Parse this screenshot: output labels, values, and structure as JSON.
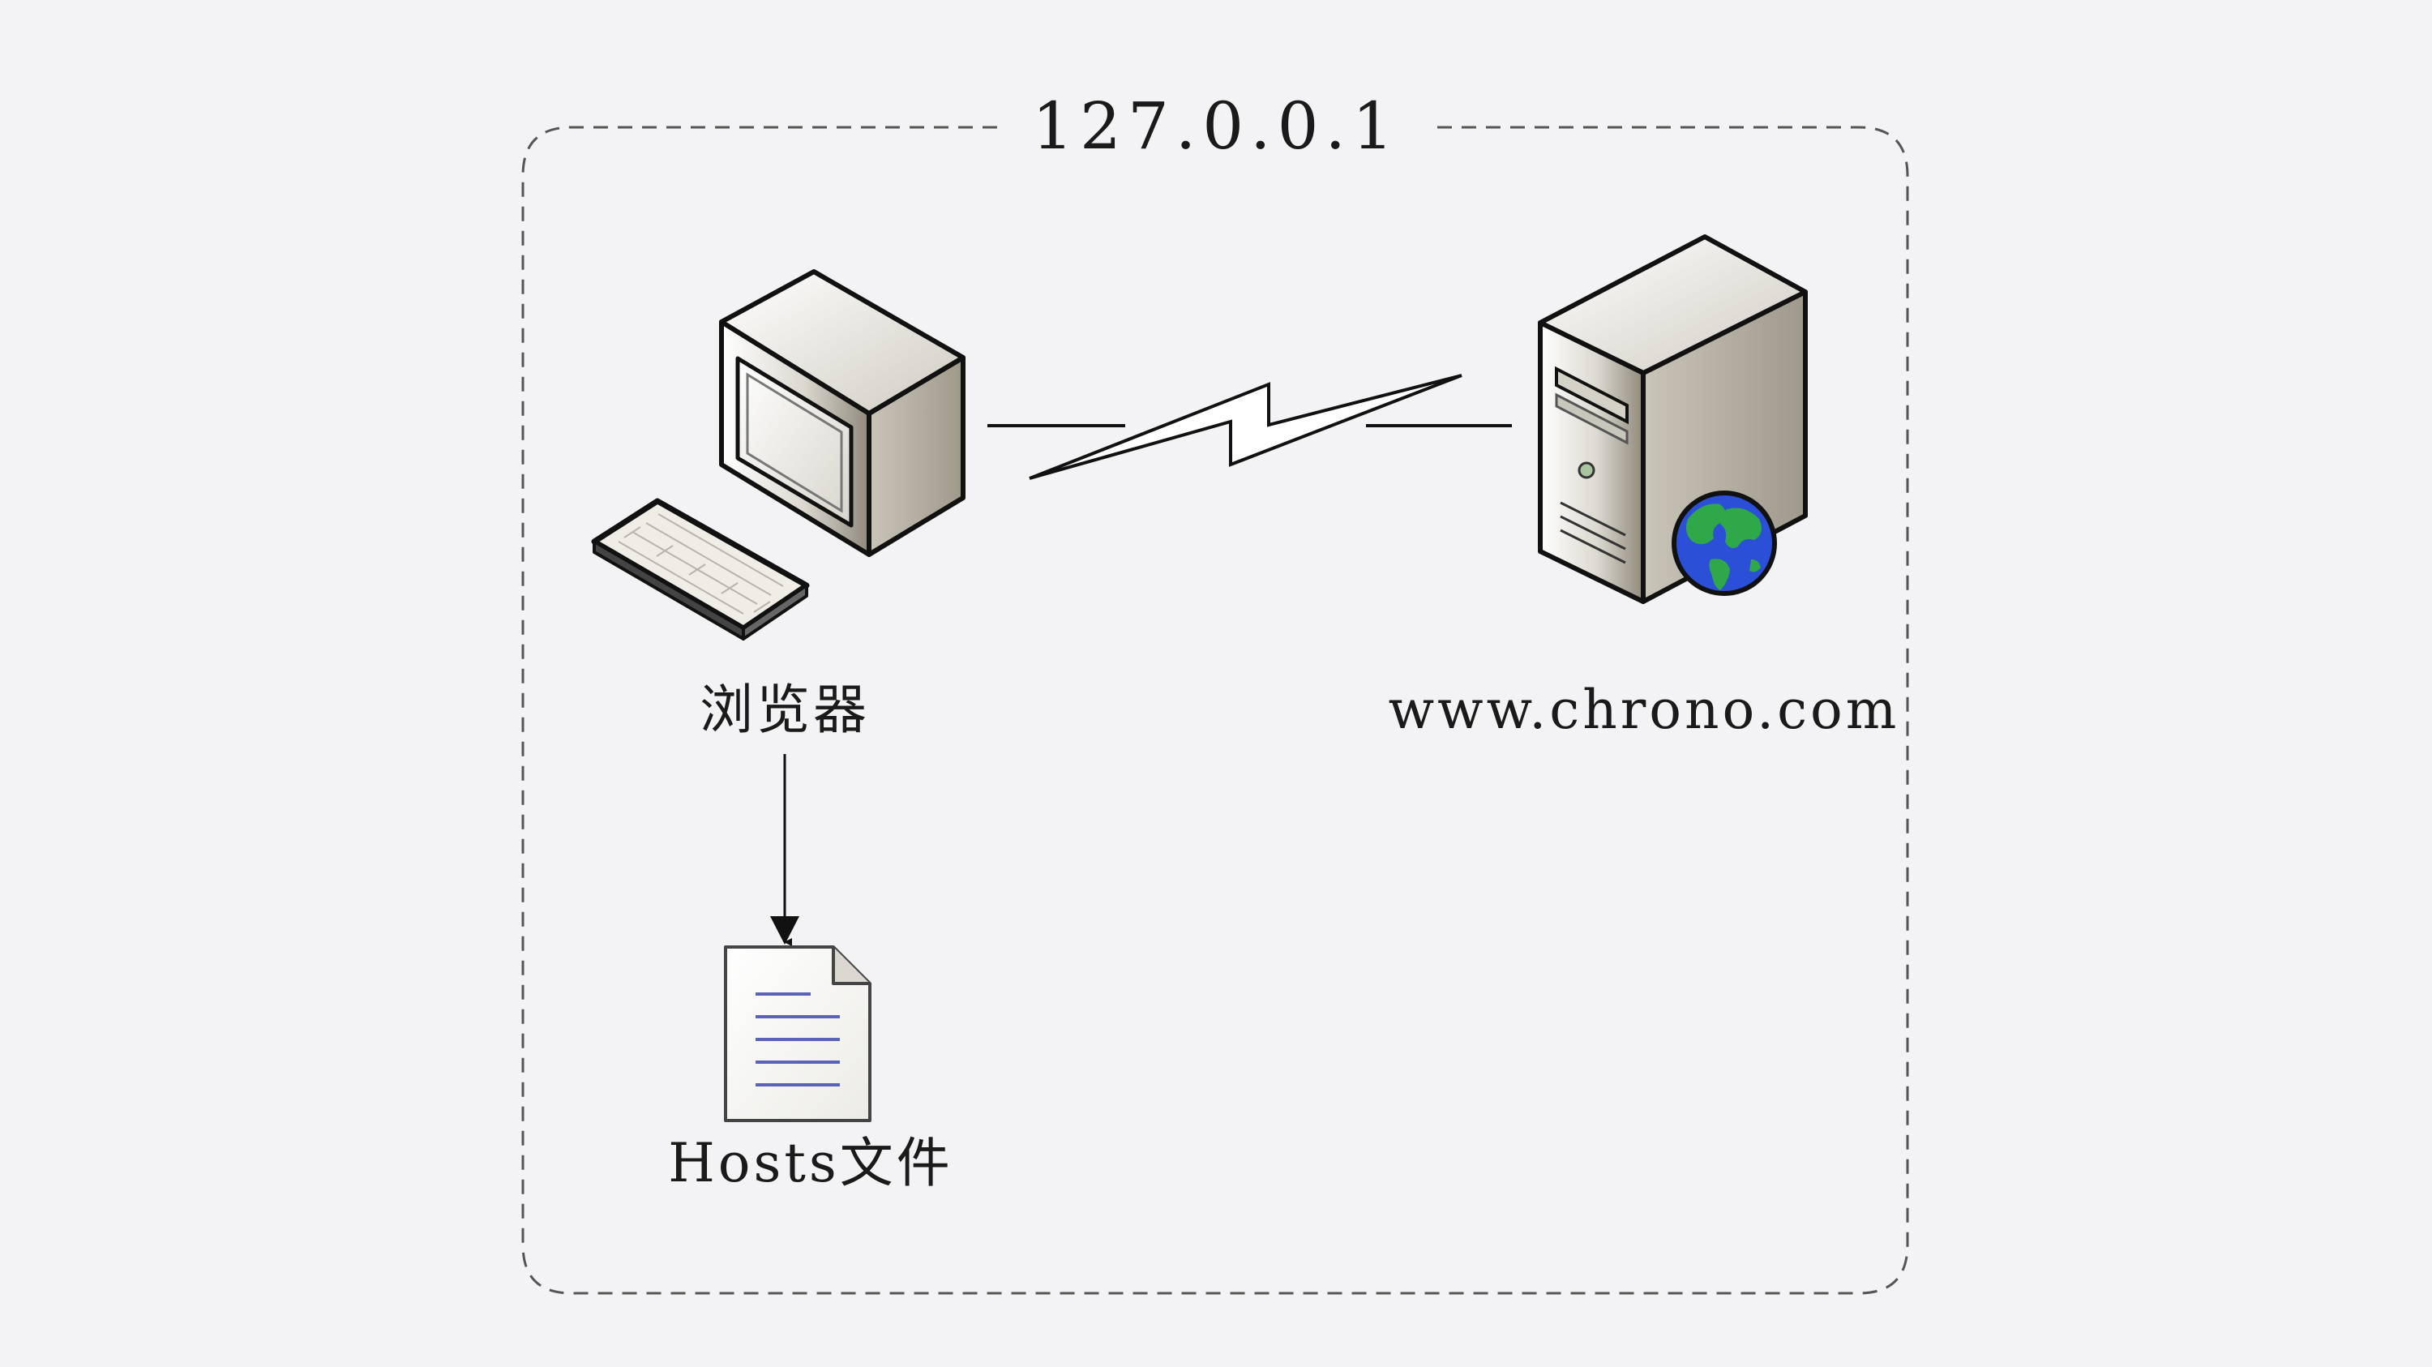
{
  "network": {
    "address_label": "127.0.0.1"
  },
  "nodes": {
    "browser": {
      "label": "浏览器",
      "icon": "desktop-computer-icon"
    },
    "server": {
      "label": "www.chrono.com",
      "icon": "web-server-icon"
    },
    "hosts_file": {
      "label": "Hosts文件",
      "icon": "document-icon"
    }
  },
  "colors": {
    "background": "#f3f2f4",
    "stroke": "#111111",
    "dashed_border": "#555555",
    "document_lines": "#5a63b8",
    "globe_ocean": "#2b4fd6",
    "globe_land": "#2fa84a"
  }
}
